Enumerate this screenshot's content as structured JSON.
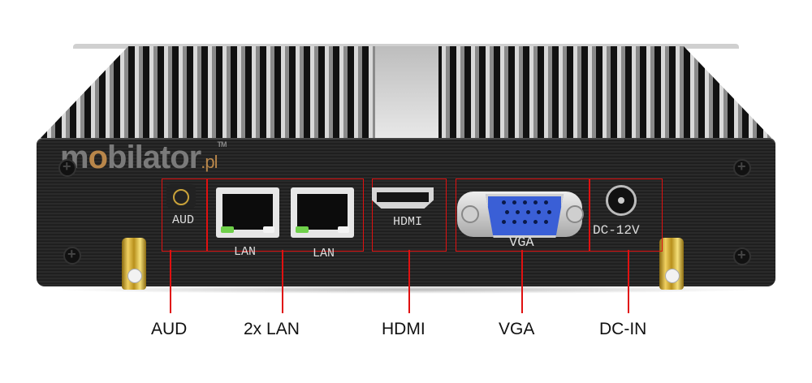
{
  "product": {
    "description": "Mini PC rear panel with labeled ports",
    "logo": {
      "brand_main_a": "m",
      "brand_o": "o",
      "brand_main_b": "bilator",
      "brand_suffix": ".pl",
      "trademark": "TM"
    }
  },
  "port_labels_on_device": {
    "aud": "AUD",
    "lan1": "LAN",
    "lan2": "LAN",
    "hdmi": "HDMI",
    "vga": "VGA",
    "dc": "DC-12V"
  },
  "callouts": [
    {
      "label": "AUD"
    },
    {
      "label": "2x LAN"
    },
    {
      "label": "HDMI"
    },
    {
      "label": "VGA"
    },
    {
      "label": "DC-IN"
    }
  ],
  "colors": {
    "callout_red": "#e01010",
    "panel": "#222222",
    "vga_blue": "#3a5fd6",
    "led_green": "#6fd04a",
    "antenna_gold": "#d4aa30"
  }
}
